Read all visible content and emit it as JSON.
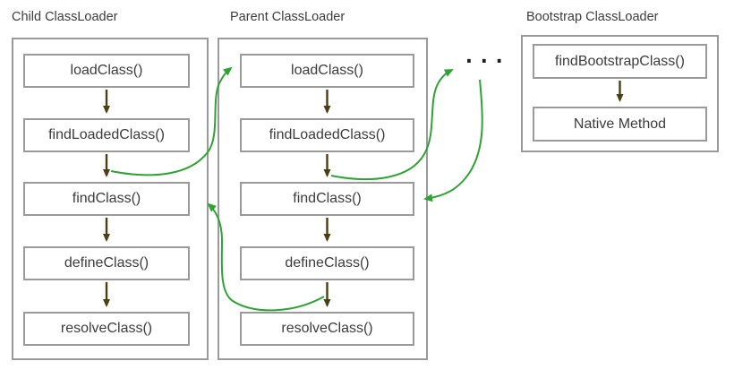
{
  "columns": {
    "child": {
      "title": "Child ClassLoader",
      "boxes": [
        "loadClass()",
        "findLoadedClass()",
        "findClass()",
        "defineClass()",
        "resolveClass()"
      ]
    },
    "parent": {
      "title": "Parent ClassLoader",
      "boxes": [
        "loadClass()",
        "findLoadedClass()",
        "findClass()",
        "defineClass()",
        "resolveClass()"
      ]
    },
    "bootstrap": {
      "title": "Bootstrap ClassLoader",
      "boxes": [
        "findBootstrapClass()",
        "Native Method"
      ]
    }
  },
  "ellipsis": "...",
  "colors": {
    "delegation_arrow_green": "#2ea333",
    "method_flow_arrow": "#4a3f14",
    "box_border_gray": "#9a9a9a",
    "text": "#3c3c3c",
    "background": "#ffffff"
  }
}
